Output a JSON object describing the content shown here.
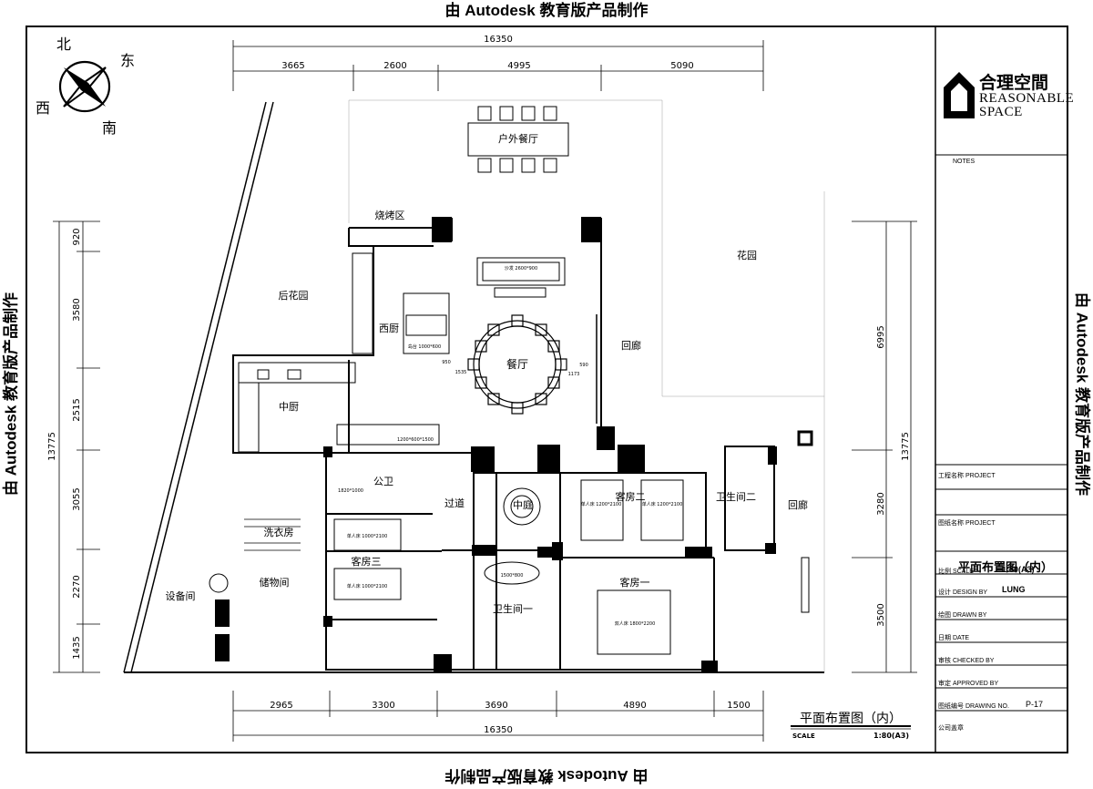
{
  "watermark": "由 Autodesk 教育版产品制作",
  "compass": {
    "north": "北",
    "east": "东",
    "west": "西",
    "south": "南"
  },
  "dimensions": {
    "top_total": "16350",
    "top": [
      "3665",
      "2600",
      "4995",
      "5090"
    ],
    "bottom": [
      "2965",
      "3300",
      "3690",
      "4890",
      "1500"
    ],
    "bottom_total": "16350",
    "left_total": "13775",
    "left": [
      "920",
      "3580",
      "2515",
      "3055",
      "2270",
      "1435"
    ],
    "right_total": "13775",
    "right": [
      "6995",
      "3280",
      "3500"
    ]
  },
  "rooms": {
    "outdoor_dining": "户外餐厅",
    "bbq": "烧烤区",
    "garden": "花园",
    "back_garden": "后花园",
    "western_kitchen": "西厨",
    "dining": "餐厅",
    "corridor_1": "回廊",
    "corridor_2": "回廊",
    "kitchen": "中厨",
    "public_wc": "公卫",
    "aisle": "过道",
    "atrium": "中庭",
    "guest_room_2": "客房二",
    "bathroom_2": "卫生间二",
    "laundry": "洗衣房",
    "guest_room_3": "客房三",
    "storage": "储物间",
    "equipment": "设备间",
    "bathroom_1": "卫生间一",
    "guest_room_1": "客房一"
  },
  "fixtures": {
    "sofa": "沙发\n2600*900",
    "island": "岛台\n1000*600",
    "bed_1": "单人床\n1200*2100",
    "bed_2": "单人床\n1200*2100",
    "bed_3": "单人床\n1000*2100",
    "bed_4": "单人床\n1000*2100",
    "bed_double": "双人床\n1800*2200",
    "tub": "1500*800",
    "dim_950": "950",
    "dim_1535": "1535",
    "dim_590": "590",
    "dim_1173": "1173",
    "dim_1820": "1820*1000",
    "dim_1200": "1200*600*1500"
  },
  "sheet_title": "平面布置图（内）",
  "sheet_scale_label": "SCALE",
  "sheet_scale_value": "1:80(A3)",
  "title_block": {
    "brand_cn": "合理空間",
    "brand_en_1": "REASONABLE",
    "brand_en_2": "SPACE",
    "notes": "NOTES",
    "project_1": "工程名称  PROJECT",
    "project_2": "图纸名称  PROJECT",
    "drawing_title": "平面布置图（内）",
    "scale_label": "比例  SCALE",
    "scale_value": "1:80(A3)",
    "design_label": "设计  DESIGN BY",
    "design_value": "LUNG",
    "drawn_label": "绘图  DRAWN BY",
    "date_label": "日期  DATE",
    "checked_label": "审核  CHECKED BY",
    "approved_label": "审定  APPROVED BY",
    "drawing_no_label": "图纸编号  DRAWING NO.",
    "drawing_no_value": "P-17",
    "company_label": "公司盖章"
  }
}
